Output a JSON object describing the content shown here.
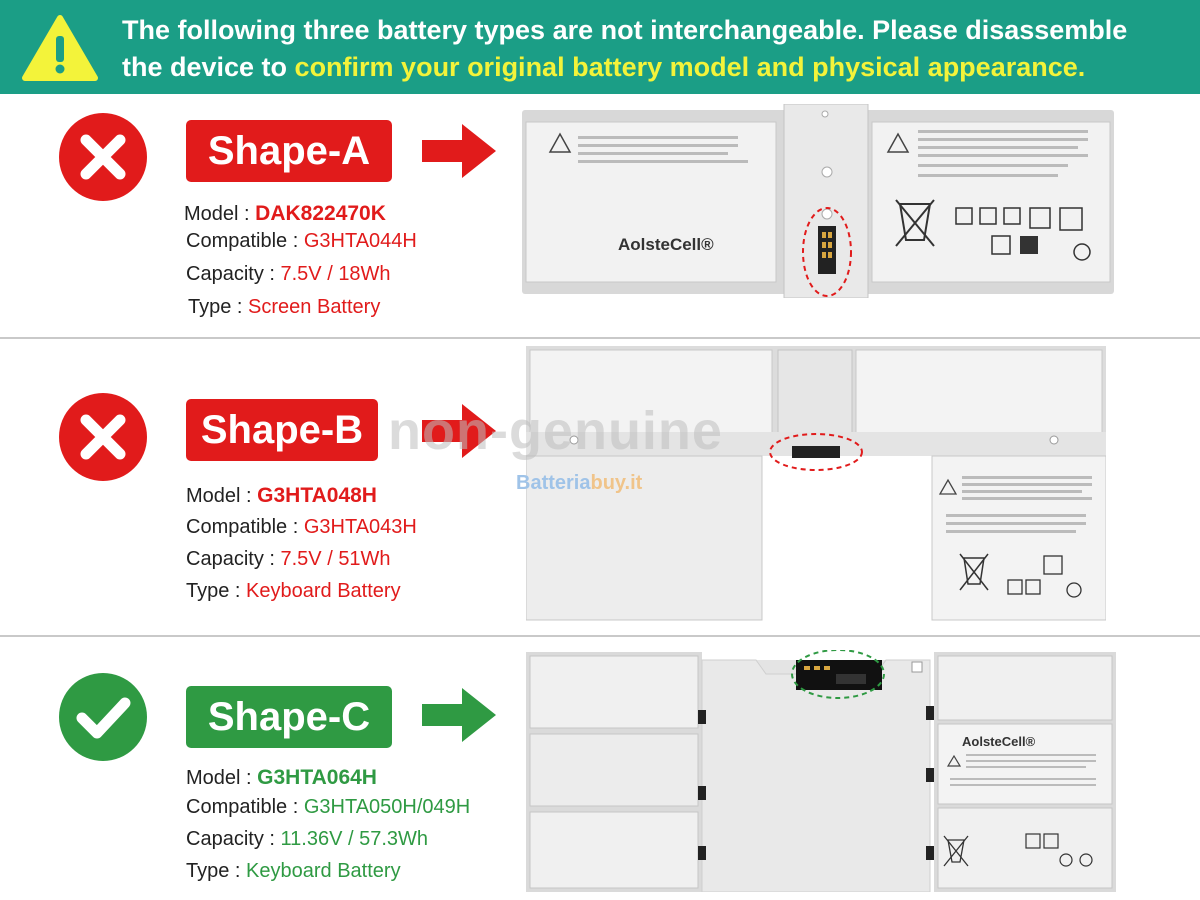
{
  "banner": {
    "line1": "The following three battery types are not interchangeable. Please disassemble",
    "line2_prefix": "the device to ",
    "line2_highlight": "confirm your original battery model and physical appearance."
  },
  "shapes": [
    {
      "label": "Shape-A",
      "status": "incompatible",
      "model_key": "Model :",
      "model": "DAK822470K",
      "compatible_key": "Compatible :",
      "compatible": "G3HTA044H",
      "capacity_key": "Capacity :",
      "capacity": "7.5V / 18Wh",
      "type_key": "Type :",
      "type": "Screen Battery",
      "battery_brand": "AolsteCell®"
    },
    {
      "label": "Shape-B",
      "status": "incompatible",
      "model_key": "Model :",
      "model": "G3HTA048H",
      "compatible_key": "Compatible :",
      "compatible": "G3HTA043H",
      "capacity_key": "Capacity :",
      "capacity": "7.5V / 51Wh",
      "type_key": "Type :",
      "type": "Keyboard Battery",
      "watermark": "non-genuine",
      "watermark_brand_1": "Batteria",
      "watermark_brand_2": "buy.it"
    },
    {
      "label": "Shape-C",
      "status": "compatible",
      "model_key": "Model :",
      "model": "G3HTA064H",
      "compatible_key": "Compatible :",
      "compatible": "G3HTA050H/049H",
      "capacity_key": "Capacity :",
      "capacity": "11.36V / 57.3Wh",
      "type_key": "Type :",
      "type": "Keyboard Battery",
      "battery_brand": "AolsteCell®"
    }
  ],
  "colors": {
    "banner_bg": "#1b9e86",
    "highlight": "#f3f33a",
    "red": "#e11b1b",
    "green": "#2f9a43"
  },
  "icons": [
    "warning-icon",
    "cross-icon",
    "check-icon",
    "arrow-right-icon"
  ]
}
